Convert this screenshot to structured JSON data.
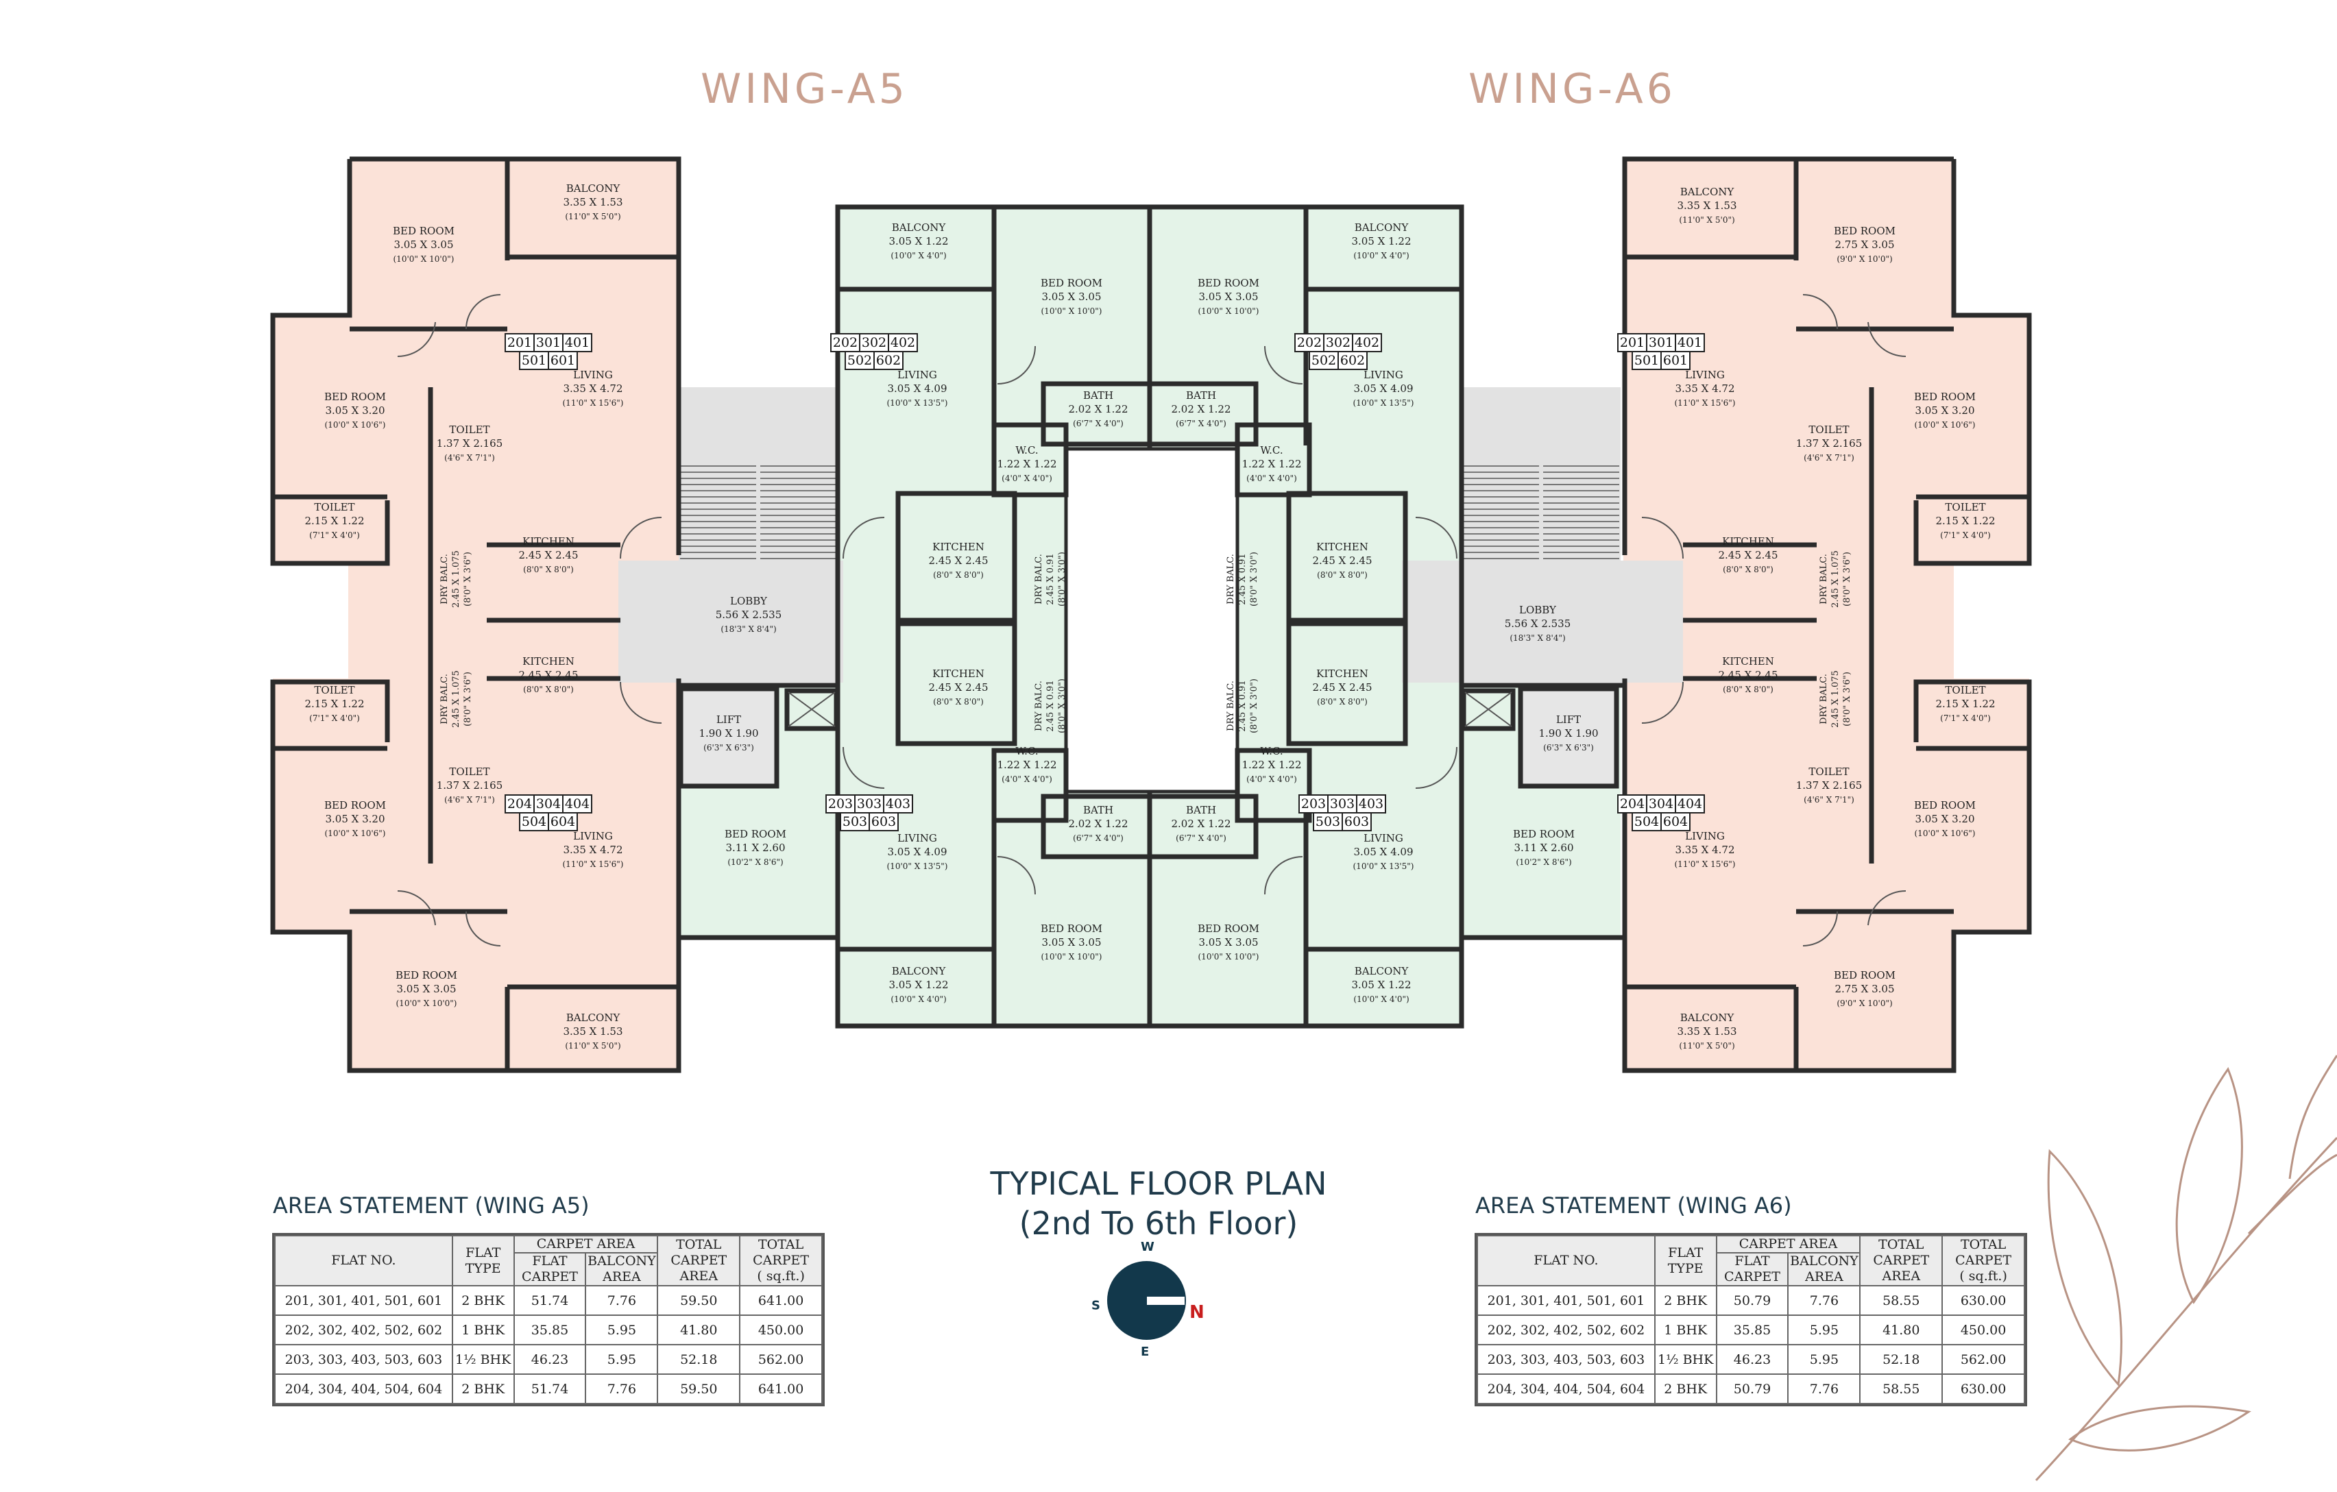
{
  "wings": {
    "a5": "WING-A5",
    "a6": "WING-A6"
  },
  "plan_title": {
    "line1": "TYPICAL FLOOR PLAN",
    "line2": "(2nd To 6th Floor)"
  },
  "compass": {
    "w": "W",
    "s": "S",
    "n": "N",
    "e": "E"
  },
  "colors": {
    "peach": "#fbe2d8",
    "mint": "#e4f3e8",
    "grey": "#e2e2e2",
    "accent": "#c9a08f",
    "navy": "#12384b",
    "north": "#c81e1e"
  },
  "labels": [
    {
      "l": [
        "BALCONY",
        "3.35 X 1.53",
        "(11'0\" X 5'0\")"
      ],
      "p": [
        865,
        280
      ]
    },
    {
      "l": [
        "BED ROOM",
        "3.05 X 3.05",
        "(10'0\" X 10'0\")"
      ],
      "p": [
        618,
        342
      ]
    },
    {
      "l": [
        "BED ROOM",
        "3.05 X 3.20",
        "(10'0\" X 10'6\")"
      ],
      "p": [
        518,
        584
      ]
    },
    {
      "l": [
        "TOILET",
        "2.15 X 1.22",
        "(7'1\" X 4'0\")"
      ],
      "p": [
        488,
        745
      ]
    },
    {
      "l": [
        "LIVING",
        "3.35 X 4.72",
        "(11'0\" X 15'6\")"
      ],
      "p": [
        865,
        552
      ]
    },
    {
      "l": [
        "TOILET",
        "1.37 X 2.165",
        "(4'6\" X 7'1\")"
      ],
      "p": [
        685,
        632
      ]
    },
    {
      "l": [
        "KITCHEN",
        "2.45 X 2.45",
        "(8'0\" X 8'0\")"
      ],
      "p": [
        800,
        795
      ]
    },
    {
      "l": [
        "KITCHEN",
        "2.45 X 2.45",
        "(8'0\" X 8'0\")"
      ],
      "p": [
        800,
        970
      ]
    },
    {
      "l": [
        "TOILET",
        "2.15 X 1.22",
        "(7'1\" X 4'0\")"
      ],
      "p": [
        488,
        1012
      ]
    },
    {
      "l": [
        "TOILET",
        "1.37 X 2.165",
        "(4'6\" X 7'1\")"
      ],
      "p": [
        685,
        1131
      ]
    },
    {
      "l": [
        "BED ROOM",
        "3.05 X 3.20",
        "(10'0\" X 10'6\")"
      ],
      "p": [
        518,
        1180
      ]
    },
    {
      "l": [
        "LIVING",
        "3.35 X 4.72",
        "(11'0\" X 15'6\")"
      ],
      "p": [
        865,
        1225
      ]
    },
    {
      "l": [
        "BED ROOM",
        "3.05 X 3.05",
        "(10'0\" X 10'0\")"
      ],
      "p": [
        622,
        1428
      ]
    },
    {
      "l": [
        "BALCONY",
        "3.35 X 1.53",
        "(11'0\" X 5'0\")"
      ],
      "p": [
        865,
        1490
      ]
    },
    {
      "l": [
        "LOBBY",
        "5.56 X 2.535",
        "(18'3\" X 8'4\")"
      ],
      "p": [
        1092,
        882
      ]
    },
    {
      "l": [
        "LIFT",
        "1.90 X 1.90",
        "(6'3\" X 6'3\")"
      ],
      "p": [
        1063,
        1055
      ]
    },
    {
      "l": [
        "BED ROOM",
        "3.11 X 2.60",
        "(10'2\" X 8'6\")"
      ],
      "p": [
        1102,
        1222
      ]
    },
    {
      "l": [
        "BALCONY",
        "3.05 X 1.22",
        "(10'0\" X 4'0\")"
      ],
      "p": [
        1340,
        337
      ]
    },
    {
      "l": [
        "BED ROOM",
        "3.05 X 3.05",
        "(10'0\" X 10'0\")"
      ],
      "p": [
        1563,
        418
      ]
    },
    {
      "l": [
        "LIVING",
        "3.05 X 4.09",
        "(10'0\" X 13'5\")"
      ],
      "p": [
        1338,
        552
      ]
    },
    {
      "l": [
        "BATH",
        "2.02 X 1.22",
        "(6'7\" X 4'0\")"
      ],
      "p": [
        1602,
        582
      ]
    },
    {
      "l": [
        "W.C.",
        "1.22 X 1.22",
        "(4'0\" X 4'0\")"
      ],
      "p": [
        1498,
        662
      ]
    },
    {
      "l": [
        "KITCHEN",
        "2.45 X 2.45",
        "(8'0\" X 8'0\")"
      ],
      "p": [
        1398,
        803
      ]
    },
    {
      "l": [
        "KITCHEN",
        "2.45 X 2.45",
        "(8'0\" X 8'0\")"
      ],
      "p": [
        1398,
        988
      ]
    },
    {
      "l": [
        "W.C.",
        "1.22 X 1.22",
        "(4'0\" X 4'0\")"
      ],
      "p": [
        1498,
        1101
      ]
    },
    {
      "l": [
        "LIVING",
        "3.05 X 4.09",
        "(10'0\" X 13'5\")"
      ],
      "p": [
        1338,
        1228
      ]
    },
    {
      "l": [
        "BATH",
        "2.02 X 1.22",
        "(6'7\" X 4'0\")"
      ],
      "p": [
        1602,
        1187
      ]
    },
    {
      "l": [
        "BED ROOM",
        "3.05 X 3.05",
        "(10'0\" X 10'0\")"
      ],
      "p": [
        1563,
        1360
      ]
    },
    {
      "l": [
        "BALCONY",
        "3.05 X 1.22",
        "(10'0\" X 4'0\")"
      ],
      "p": [
        1340,
        1422
      ]
    },
    {
      "l": [
        "BED ROOM",
        "3.05 X 3.05",
        "(10'0\" X 10'0\")"
      ],
      "p": [
        1792,
        418
      ]
    },
    {
      "l": [
        "BALCONY",
        "3.05 X 1.22",
        "(10'0\" X 4'0\")"
      ],
      "p": [
        2015,
        337
      ]
    },
    {
      "l": [
        "LIVING",
        "3.05 X 4.09",
        "(10'0\" X 13'5\")"
      ],
      "p": [
        2018,
        552
      ]
    },
    {
      "l": [
        "BATH",
        "2.02 X 1.22",
        "(6'7\" X 4'0\")"
      ],
      "p": [
        1752,
        582
      ]
    },
    {
      "l": [
        "W.C.",
        "1.22 X 1.22",
        "(4'0\" X 4'0\")"
      ],
      "p": [
        1855,
        662
      ]
    },
    {
      "l": [
        "KITCHEN",
        "2.45 X 2.45",
        "(8'0\" X 8'0\")"
      ],
      "p": [
        1958,
        803
      ]
    },
    {
      "l": [
        "KITCHEN",
        "2.45 X 2.45",
        "(8'0\" X 8'0\")"
      ],
      "p": [
        1958,
        988
      ]
    },
    {
      "l": [
        "W.C.",
        "1.22 X 1.22",
        "(4'0\" X 4'0\")"
      ],
      "p": [
        1855,
        1101
      ]
    },
    {
      "l": [
        "LIVING",
        "3.05 X 4.09",
        "(10'0\" X 13'5\")"
      ],
      "p": [
        2018,
        1228
      ]
    },
    {
      "l": [
        "BATH",
        "2.02 X 1.22",
        "(6'7\" X 4'0\")"
      ],
      "p": [
        1752,
        1187
      ]
    },
    {
      "l": [
        "BED ROOM",
        "3.05 X 3.05",
        "(10'0\" X 10'0\")"
      ],
      "p": [
        1792,
        1360
      ]
    },
    {
      "l": [
        "BALCONY",
        "3.05 X 1.22",
        "(10'0\" X 4'0\")"
      ],
      "p": [
        2015,
        1422
      ]
    },
    {
      "l": [
        "LOBBY",
        "5.56 X 2.535",
        "(18'3\" X 8'4\")"
      ],
      "p": [
        2243,
        895
      ]
    },
    {
      "l": [
        "LIFT",
        "1.90 X 1.90",
        "(6'3\" X 6'3\")"
      ],
      "p": [
        2288,
        1055
      ]
    },
    {
      "l": [
        "BED ROOM",
        "3.11 X 2.60",
        "(10'2\" X 8'6\")"
      ],
      "p": [
        2252,
        1222
      ]
    },
    {
      "l": [
        "BALCONY",
        "3.35 X 1.53",
        "(11'0\" X 5'0\")"
      ],
      "p": [
        2490,
        285
      ]
    },
    {
      "l": [
        "BED ROOM",
        "2.75 X 3.05",
        "(9'0\" X 10'0\")"
      ],
      "p": [
        2720,
        342
      ]
    },
    {
      "l": [
        "LIVING",
        "3.35 X 4.72",
        "(11'0\" X 15'6\")"
      ],
      "p": [
        2487,
        552
      ]
    },
    {
      "l": [
        "BED ROOM",
        "3.05 X 3.20",
        "(10'0\" X 10'6\")"
      ],
      "p": [
        2837,
        584
      ]
    },
    {
      "l": [
        "TOILET",
        "1.37 X 2.165",
        "(4'6\" X 7'1\")"
      ],
      "p": [
        2668,
        632
      ]
    },
    {
      "l": [
        "TOILET",
        "2.15 X 1.22",
        "(7'1\" X 4'0\")"
      ],
      "p": [
        2867,
        745
      ]
    },
    {
      "l": [
        "KITCHEN",
        "2.45 X 2.45",
        "(8'0\" X 8'0\")"
      ],
      "p": [
        2550,
        795
      ]
    },
    {
      "l": [
        "KITCHEN",
        "2.45 X 2.45",
        "(8'0\" X 8'0\")"
      ],
      "p": [
        2550,
        970
      ]
    },
    {
      "l": [
        "TOILET",
        "2.15 X 1.22",
        "(7'1\" X 4'0\")"
      ],
      "p": [
        2867,
        1012
      ]
    },
    {
      "l": [
        "TOILET",
        "1.37 X 2.165",
        "(4'6\" X 7'1\")"
      ],
      "p": [
        2668,
        1131
      ]
    },
    {
      "l": [
        "BED ROOM",
        "3.05 X 3.20",
        "(10'0\" X 10'6\")"
      ],
      "p": [
        2837,
        1180
      ]
    },
    {
      "l": [
        "LIVING",
        "3.35 X 4.72",
        "(11'0\" X 15'6\")"
      ],
      "p": [
        2487,
        1225
      ]
    },
    {
      "l": [
        "BED ROOM",
        "2.75 X 3.05",
        "(9'0\" X 10'0\")"
      ],
      "p": [
        2720,
        1428
      ]
    },
    {
      "l": [
        "BALCONY",
        "3.35 X 1.53",
        "(11'0\" X 5'0\")"
      ],
      "p": [
        2490,
        1490
      ]
    }
  ],
  "dry_balc": [
    {
      "l": [
        "DRY BALC.",
        "2.45 X 1.075",
        "(8'0\" X 3'6\")"
      ],
      "p": [
        668,
        845
      ]
    },
    {
      "l": [
        "DRY BALC.",
        "2.45 X 1.075",
        "(8'0\" X 3'6\")"
      ],
      "p": [
        668,
        1020
      ]
    },
    {
      "l": [
        "DRY BALC.",
        "2.45 X 0.91",
        "(8'0\" X 3'0\")"
      ],
      "p": [
        1535,
        845
      ]
    },
    {
      "l": [
        "DRY BALC.",
        "2.45 X 0.91",
        "(8'0\" X 3'0\")"
      ],
      "p": [
        1535,
        1030
      ]
    },
    {
      "l": [
        "DRY BALC.",
        "2.45 X 0.91",
        "(8'0\" X 3'0\")"
      ],
      "p": [
        1815,
        845
      ]
    },
    {
      "l": [
        "DRY BALC.",
        "2.45 X 0.91",
        "(8'0\" X 3'0\")"
      ],
      "p": [
        1815,
        1030
      ]
    },
    {
      "l": [
        "DRY BALC.",
        "2.45 X 1.075",
        "(8'0\" X 3'6\")"
      ],
      "p": [
        2680,
        845
      ]
    },
    {
      "l": [
        "DRY BALC.",
        "2.45 X 1.075",
        "(8'0\" X 3'6\")"
      ],
      "p": [
        2680,
        1020
      ]
    }
  ],
  "unit_tags": [
    {
      "r1": [
        "201",
        "301",
        "401"
      ],
      "r2": [
        "501",
        "601"
      ],
      "p": [
        800,
        487
      ]
    },
    {
      "r1": [
        "204",
        "304",
        "404"
      ],
      "r2": [
        "504",
        "604"
      ],
      "p": [
        800,
        1160
      ]
    },
    {
      "r1": [
        "202",
        "302",
        "402"
      ],
      "r2": [
        "502",
        "602"
      ],
      "p": [
        1275,
        487
      ]
    },
    {
      "r1": [
        "203",
        "303",
        "403"
      ],
      "r2": [
        "503",
        "603"
      ],
      "p": [
        1268,
        1160
      ]
    },
    {
      "r1": [
        "202",
        "302",
        "402"
      ],
      "r2": [
        "502",
        "602"
      ],
      "p": [
        1952,
        487
      ]
    },
    {
      "r1": [
        "203",
        "303",
        "403"
      ],
      "r2": [
        "503",
        "603"
      ],
      "p": [
        1958,
        1160
      ]
    },
    {
      "r1": [
        "201",
        "301",
        "401"
      ],
      "r2": [
        "501",
        "601"
      ],
      "p": [
        2423,
        487
      ]
    },
    {
      "r1": [
        "204",
        "304",
        "404"
      ],
      "r2": [
        "504",
        "604"
      ],
      "p": [
        2423,
        1160
      ]
    }
  ],
  "table_headers": {
    "flat_no": "FLAT NO.",
    "flat_type_1": "FLAT",
    "flat_type_2": "TYPE",
    "carpet_area": "CARPET AREA",
    "flat_carpet_1": "FLAT",
    "flat_carpet_2": "CARPET",
    "balcony_area_1": "BALCONY",
    "balcony_area_2": "AREA",
    "total_carpet_area_1": "TOTAL",
    "total_carpet_area_2": "CARPET",
    "total_carpet_area_3": "AREA",
    "total_carpet_sqft_1": "TOTAL",
    "total_carpet_sqft_2": "CARPET",
    "total_carpet_sqft_3": "( sq.ft.)"
  },
  "tables": {
    "a5": {
      "title": "AREA STATEMENT (WING A5)",
      "rows": [
        [
          "201, 301, 401, 501, 601",
          "2 BHK",
          "51.74",
          "7.76",
          "59.50",
          "641.00"
        ],
        [
          "202, 302, 402, 502, 602",
          "1 BHK",
          "35.85",
          "5.95",
          "41.80",
          "450.00"
        ],
        [
          "203, 303, 403, 503, 603",
          "1½ BHK",
          "46.23",
          "5.95",
          "52.18",
          "562.00"
        ],
        [
          "204, 304, 404, 504, 604",
          "2 BHK",
          "51.74",
          "7.76",
          "59.50",
          "641.00"
        ]
      ]
    },
    "a6": {
      "title": "AREA STATEMENT (WING A6)",
      "rows": [
        [
          "201, 301, 401, 501, 601",
          "2 BHK",
          "50.79",
          "7.76",
          "58.55",
          "630.00"
        ],
        [
          "202, 302, 402, 502, 602",
          "1 BHK",
          "35.85",
          "5.95",
          "41.80",
          "450.00"
        ],
        [
          "203, 303, 403, 503, 603",
          "1½ BHK",
          "46.23",
          "5.95",
          "52.18",
          "562.00"
        ],
        [
          "204, 304, 404, 504, 604",
          "2 BHK",
          "50.79",
          "7.76",
          "58.55",
          "630.00"
        ]
      ]
    }
  }
}
